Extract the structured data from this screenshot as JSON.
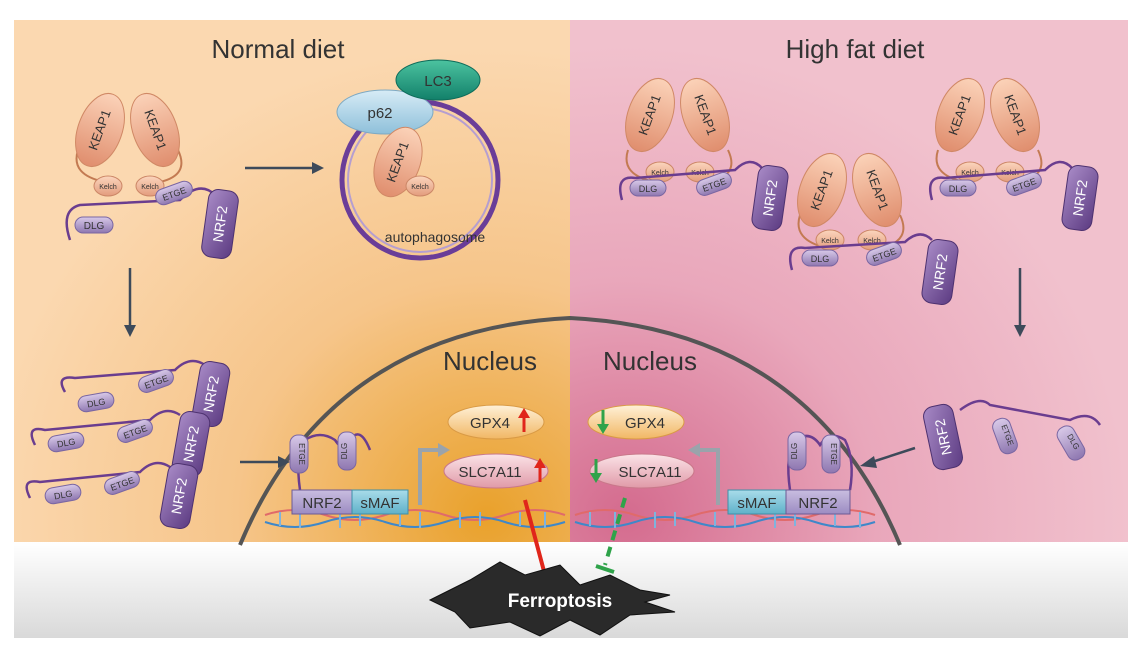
{
  "panels": {
    "left_title": "Normal diet",
    "right_title": "High fat diet",
    "nucleus_left": "Nucleus",
    "nucleus_right": "Nucleus"
  },
  "proteins": {
    "keap1": "KEAP1",
    "kelch": "Kelch",
    "dlg": "DLG",
    "etge": "ETGE",
    "nrf2": "NRF2",
    "p62": "p62",
    "lc3": "LC3",
    "smaf": "sMAF"
  },
  "autophagosome_label": "autophagosome",
  "genes": {
    "gpx4": "GPX4",
    "slc7a11": "SLC7A11"
  },
  "outcome": "Ferroptosis",
  "colors": {
    "normal_bg": "#f7c48e",
    "hfd_bg": "#e9aabb",
    "keap1": "#eda58a",
    "nrf2": "#7d5a9e",
    "up_arrow": "#e0261b",
    "down_arrow": "#2fa34a",
    "lc3": "#1f9e82",
    "p62": "#a9cfe2",
    "membrane": "#7a3f98"
  }
}
